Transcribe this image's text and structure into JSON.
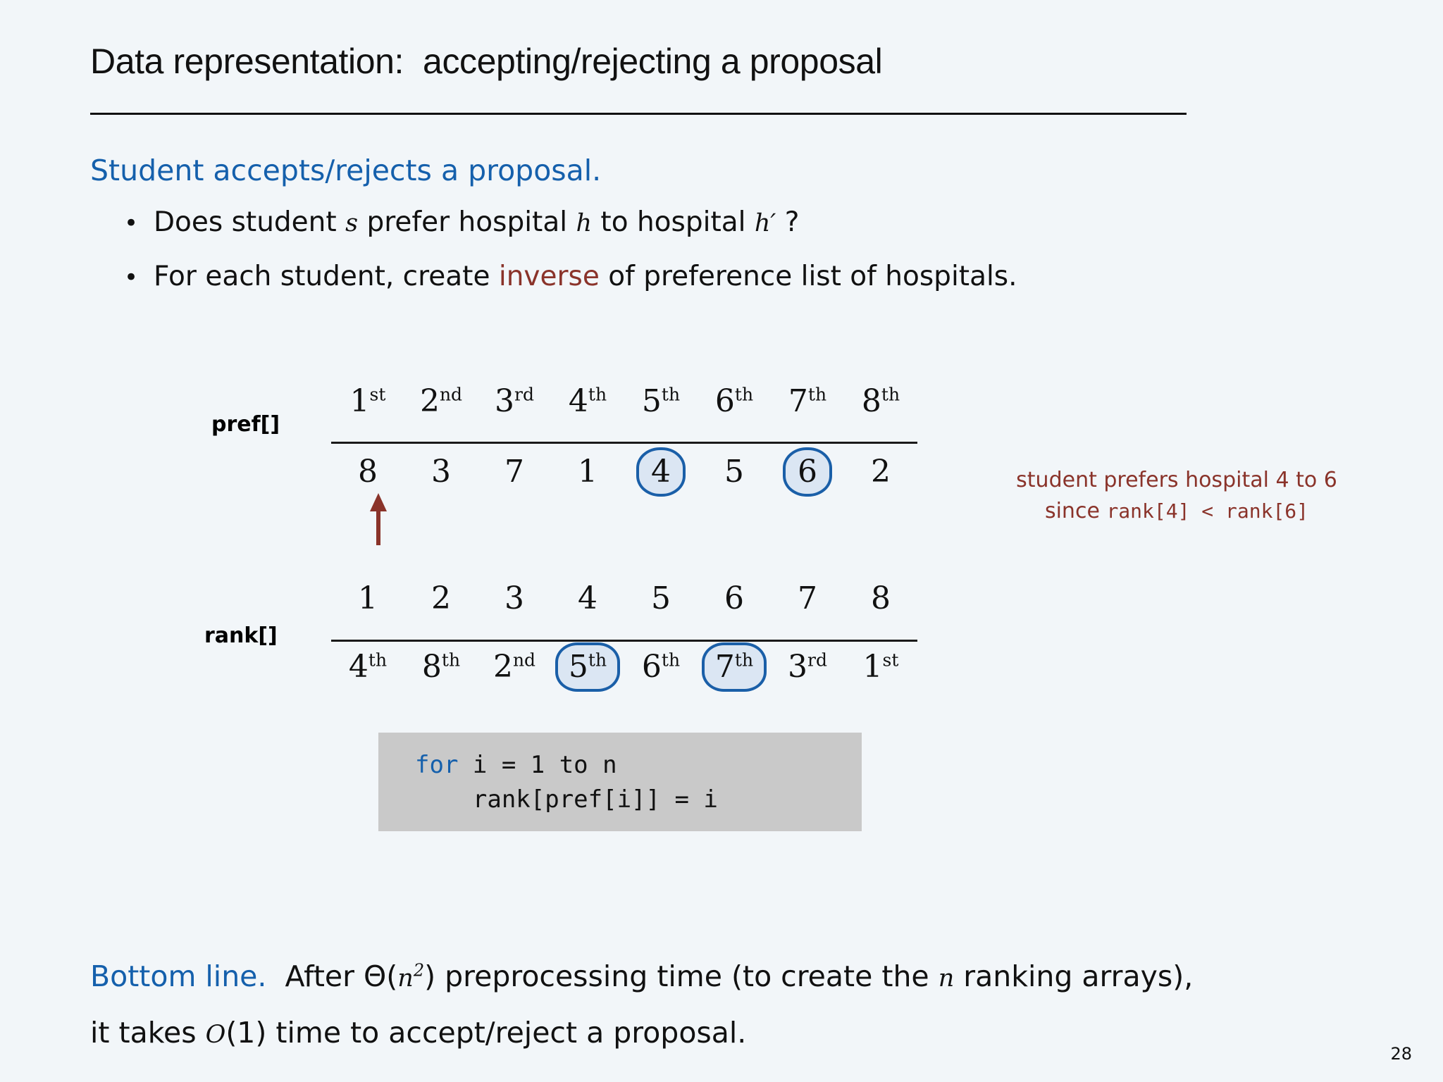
{
  "slide": {
    "title": "Data representation:  accepting/rejecting a proposal",
    "page_number": "28",
    "background_color": "#f2f6f9",
    "accent_blue": "#1560ac",
    "accent_red": "#8a332a",
    "highlight_fill": "#dbe6f3",
    "highlight_border": "#1a5fa8"
  },
  "lead_in": "Student accepts/rejects a proposal.",
  "bullets": [
    {
      "marker": "•",
      "parts": [
        {
          "text": "Does student ",
          "style": "plain"
        },
        {
          "text": "s",
          "style": "math"
        },
        {
          "text": " prefer hospital ",
          "style": "plain"
        },
        {
          "text": "h",
          "style": "math"
        },
        {
          "text": " to hospital ",
          "style": "plain"
        },
        {
          "text": "h′",
          "style": "math"
        },
        {
          "text": " ?",
          "style": "plain"
        }
      ],
      "plain_text": "Does student s prefer hospital h to hospital h′ ?"
    },
    {
      "marker": "•",
      "parts": [
        {
          "text": "For each student, create ",
          "style": "plain"
        },
        {
          "text": "inverse",
          "style": "red"
        },
        {
          "text": " of preference list of hospitals.",
          "style": "plain"
        }
      ],
      "plain_text": "For each student, create inverse of preference list of hospitals."
    }
  ],
  "figure": {
    "pref": {
      "label": "pref[]",
      "header": [
        {
          "num": "1",
          "sup": "st"
        },
        {
          "num": "2",
          "sup": "nd"
        },
        {
          "num": "3",
          "sup": "rd"
        },
        {
          "num": "4",
          "sup": "th"
        },
        {
          "num": "5",
          "sup": "th"
        },
        {
          "num": "6",
          "sup": "th"
        },
        {
          "num": "7",
          "sup": "th"
        },
        {
          "num": "8",
          "sup": "th"
        }
      ],
      "values": [
        {
          "num": "8",
          "sup": "",
          "highlight": false
        },
        {
          "num": "3",
          "sup": "",
          "highlight": false
        },
        {
          "num": "7",
          "sup": "",
          "highlight": false
        },
        {
          "num": "1",
          "sup": "",
          "highlight": false
        },
        {
          "num": "4",
          "sup": "",
          "highlight": true
        },
        {
          "num": "5",
          "sup": "",
          "highlight": false
        },
        {
          "num": "6",
          "sup": "",
          "highlight": true
        },
        {
          "num": "2",
          "sup": "",
          "highlight": false
        }
      ],
      "arrow": {
        "column_index": 0,
        "direction": "up",
        "color": "#8a332a"
      }
    },
    "rank": {
      "label": "rank[]",
      "header": [
        {
          "num": "1",
          "sup": ""
        },
        {
          "num": "2",
          "sup": ""
        },
        {
          "num": "3",
          "sup": ""
        },
        {
          "num": "4",
          "sup": ""
        },
        {
          "num": "5",
          "sup": ""
        },
        {
          "num": "6",
          "sup": ""
        },
        {
          "num": "7",
          "sup": ""
        },
        {
          "num": "8",
          "sup": ""
        }
      ],
      "values": [
        {
          "num": "4",
          "sup": "th",
          "highlight": false
        },
        {
          "num": "8",
          "sup": "th",
          "highlight": false
        },
        {
          "num": "2",
          "sup": "nd",
          "highlight": false
        },
        {
          "num": "5",
          "sup": "th",
          "highlight": true
        },
        {
          "num": "6",
          "sup": "th",
          "highlight": false
        },
        {
          "num": "7",
          "sup": "th",
          "highlight": true
        },
        {
          "num": "3",
          "sup": "rd",
          "highlight": false
        },
        {
          "num": "1",
          "sup": "st",
          "highlight": false
        }
      ]
    },
    "note": {
      "line1": "student prefers hospital 4 to 6",
      "line2_prefix": "since ",
      "line2_mono": "rank[4] < rank[6]"
    }
  },
  "code": {
    "line1_keyword": "for",
    "line1_rest": " i = 1 to n",
    "line2": "    rank[pref[i]] = i"
  },
  "bottom": {
    "label": "Bottom line.",
    "line1_a": "  After Θ(",
    "line1_n": "n",
    "line1_sup": "2",
    "line1_b": ") preprocessing time (to create the ",
    "line1_n2": "n",
    "line1_c": " ranking arrays),",
    "line2_a": "it takes ",
    "line2_O": "O",
    "line2_b": "(1) time to accept/reject a proposal."
  }
}
